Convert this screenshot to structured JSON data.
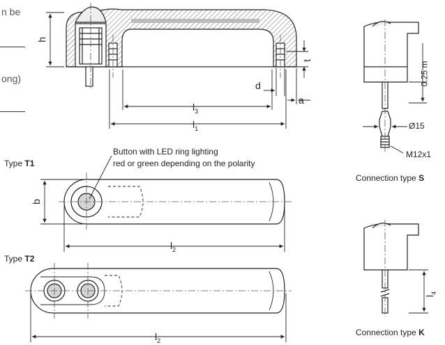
{
  "intro_text": {
    "line1": "n be",
    "line2": "ong)"
  },
  "dimension_labels": {
    "h": "h",
    "t": "t",
    "d": "d",
    "a": "a",
    "l3": "3",
    "l1": "1",
    "l2_t1": "2",
    "l2_t2": "2",
    "l_base": "l",
    "l4": "4",
    "height_025": "0.25 m",
    "diameter": "Ø15",
    "thread": "M12x1",
    "b": "b"
  },
  "annotation": {
    "line1": "Button with LED ring lighting",
    "line2": "red or green depending on the polarity"
  },
  "types": {
    "t1_prefix": "Type ",
    "t1_code": "T1",
    "t2_prefix": "Type ",
    "t2_code": "T2"
  },
  "connections": {
    "s_prefix": "Connection type ",
    "s_code": "S",
    "k_prefix": "Connection type ",
    "k_code": "K"
  }
}
